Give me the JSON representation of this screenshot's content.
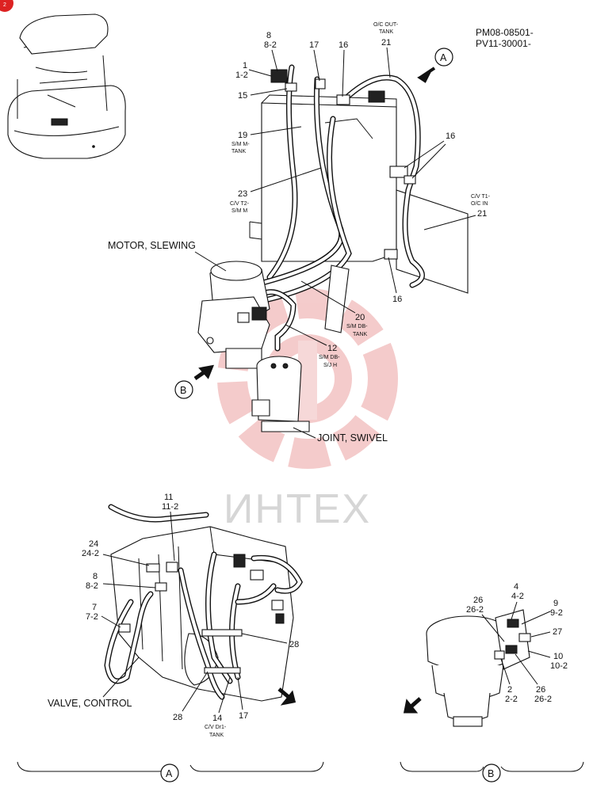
{
  "corner_badge": "2",
  "serial_range": [
    "PM08-08501-",
    "PV11-30001-"
  ],
  "watermark": "ИНТЕХ",
  "view_markers": {
    "a": "A",
    "b": "B"
  },
  "top_view": {
    "labels": {
      "c8": [
        "8",
        "8-2"
      ],
      "c1": [
        "1",
        "1-2"
      ],
      "c15": "15",
      "c17": "17",
      "c16a": "16",
      "c21a": {
        "num": "21",
        "desc": [
          "O/C OUT-",
          "TANK"
        ]
      },
      "c19": {
        "num": "19",
        "desc": [
          "S/M M-",
          "TANK"
        ]
      },
      "c16b": "16",
      "c23": {
        "num": "23",
        "desc": [
          "C/V T2-",
          "S/M M"
        ]
      },
      "c21b": {
        "num": "21",
        "desc": [
          "C/V T1-",
          "O/C IN"
        ]
      },
      "c16c": "16",
      "c20": {
        "num": "20",
        "desc": [
          "S/M DB-",
          "TANK"
        ]
      },
      "c12": {
        "num": "12",
        "desc": [
          "S/M DB-",
          "S/J H"
        ]
      }
    },
    "components": {
      "motor": "MOTOR, SLEWING",
      "joint": "JOINT, SWIVEL"
    }
  },
  "bottom_left_view": {
    "labels": {
      "c11": [
        "11",
        "11-2"
      ],
      "c24": [
        "24",
        "24-2"
      ],
      "c8": [
        "8",
        "8-2"
      ],
      "c7": [
        "7",
        "7-2"
      ],
      "c28a": "28",
      "c28b": "28",
      "c14": {
        "num": "14",
        "desc": [
          "C/V Dr1-",
          "TANK"
        ]
      },
      "c17": "17"
    },
    "components": {
      "valve": "VALVE, CONTROL"
    }
  },
  "bottom_right_view": {
    "labels": {
      "c4": [
        "4",
        "4-2"
      ],
      "c26a": [
        "26",
        "26-2"
      ],
      "c9": [
        "9",
        "9-2"
      ],
      "c27": "27",
      "c10": [
        "10",
        "10-2"
      ],
      "c2": [
        "2",
        "2-2"
      ],
      "c26b": [
        "26",
        "26-2"
      ]
    }
  }
}
